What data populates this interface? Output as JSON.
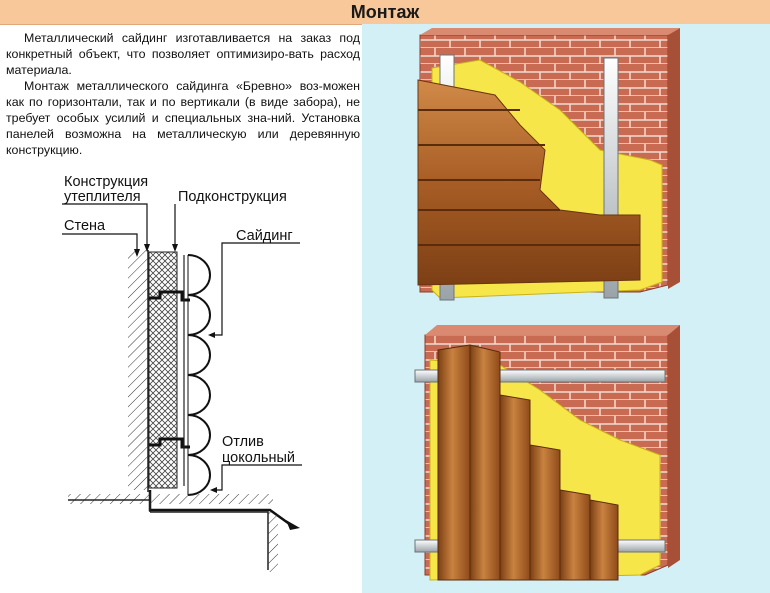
{
  "header": {
    "title": "Монтаж"
  },
  "intro": {
    "paragraph_1": "Металлический сайдинг изготавливается на заказ под конкретный объект, что позволяет оптимизиро-вать расход материала.",
    "paragraph_2": "Монтаж металлического сайдинга «Бревно» воз-можен как по горизонтали, так и по вертикали (в виде забора), не требует особых усилий и специальных зна-ний. Установка панелей возможна на металлическую или деревянную конструкцию."
  },
  "diagram": {
    "labels": {
      "insulation_line1": "Конструкция",
      "insulation_line2": "утеплителя",
      "substructure": "Подконструкция",
      "wall": "Стена",
      "siding": "Сайдинг",
      "drip_line1": "Отлив",
      "drip_line2": "цокольный"
    }
  },
  "colors": {
    "header_bg": "#f8c79a",
    "panel_bg": "#d3f0f7",
    "brick": "#c96a52",
    "insulation": "#f6e64a",
    "wood": "#b8692c"
  }
}
